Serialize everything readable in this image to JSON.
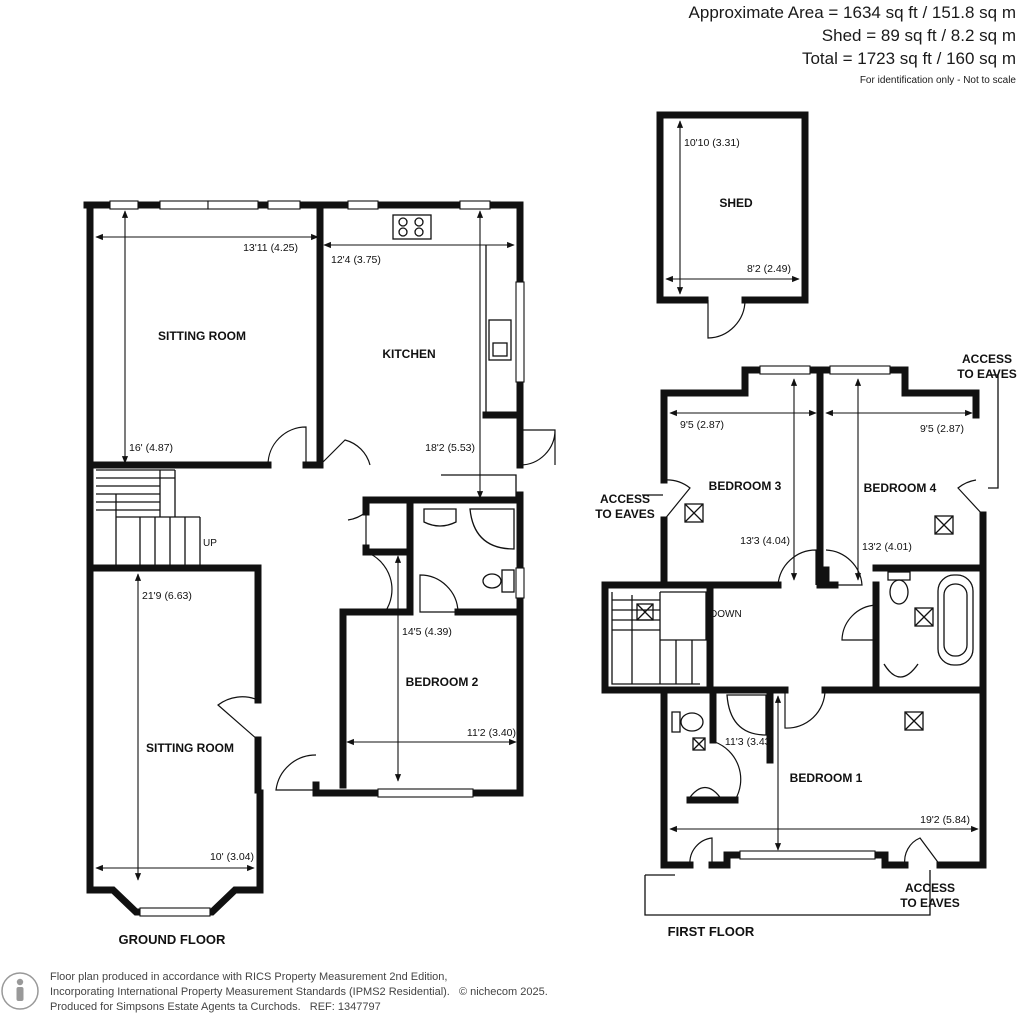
{
  "header": {
    "area": "Approximate Area = 1634 sq ft / 151.8 sq m",
    "shed": "Shed = 89 sq ft / 8.2 sq m",
    "total": "Total = 1723 sq ft / 160 sq m",
    "note": "For identification only - Not to scale"
  },
  "ground_floor": {
    "label": "GROUND FLOOR",
    "sitting_room_top": {
      "name": "SITTING ROOM",
      "width": "13'11 (4.25)",
      "length": "16' (4.87)"
    },
    "kitchen": {
      "name": "KITCHEN",
      "width": "12'4 (3.75)",
      "length": "18'2 (5.53)"
    },
    "sitting_room_bottom": {
      "name": "SITTING ROOM",
      "length": "21'9 (6.63)",
      "width": "10' (3.04)"
    },
    "bedroom_2": {
      "name": "BEDROOM 2",
      "length": "14'5 (4.39)",
      "width": "11'2 (3.40)"
    },
    "stairs_label": "UP"
  },
  "shed": {
    "name": "SHED",
    "length": "10'10 (3.31)",
    "width": "8'2 (2.49)"
  },
  "first_floor": {
    "label": "FIRST FLOOR",
    "bedroom_3": {
      "name": "BEDROOM 3",
      "width": "9'5 (2.87)",
      "length": "13'3 (4.04)"
    },
    "bedroom_4": {
      "name": "BEDROOM 4",
      "width": "9'5 (2.87)",
      "length": "13'2 (4.01)"
    },
    "bedroom_1": {
      "name": "BEDROOM 1",
      "length": "11'3 (3.43)",
      "width": "19'2 (5.84)"
    },
    "stairs_label": "DOWN",
    "eaves_left": [
      "ACCESS",
      "TO EAVES"
    ],
    "eaves_right_top": [
      "ACCESS",
      "TO EAVES"
    ],
    "eaves_right_bottom": [
      "ACCESS",
      "TO EAVES"
    ]
  },
  "footer": {
    "line1": "Floor plan produced in accordance with RICS Property Measurement 2nd Edition,",
    "line2": "Incorporating International Property Measurement Standards (IPMS2 Residential).",
    "copyright": "© nichecom 2025.",
    "line3": "Produced for Simpsons Estate Agents ta Curchods.",
    "ref": "REF: 1347797"
  }
}
